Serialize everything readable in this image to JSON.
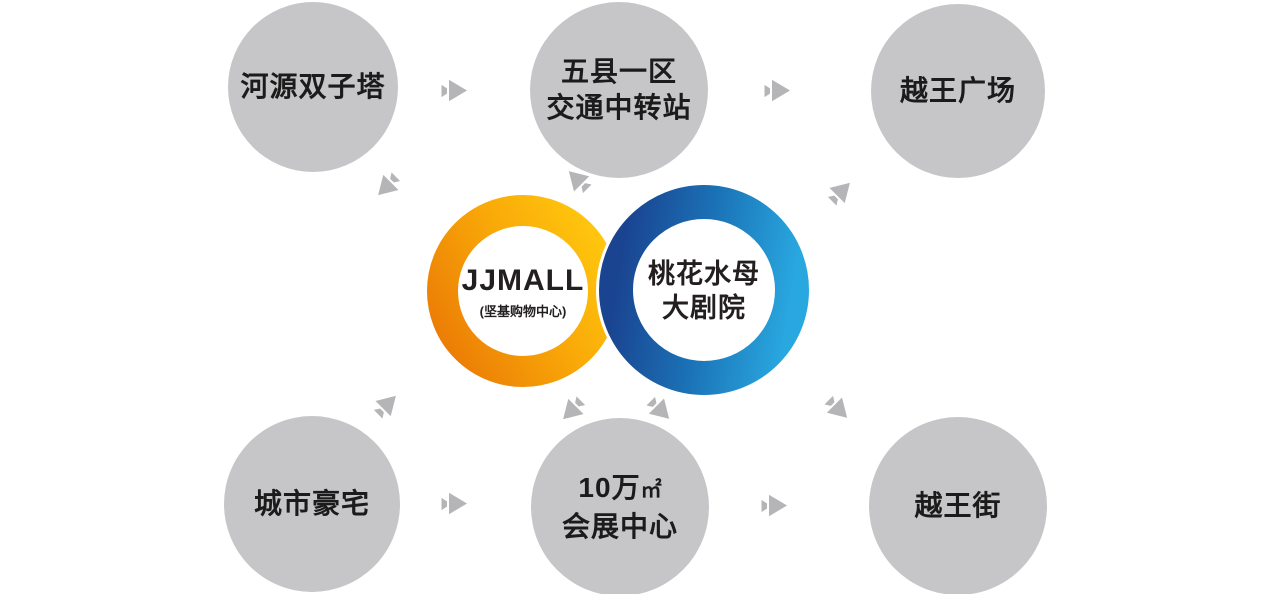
{
  "diagram": {
    "colors": {
      "node_gray": "#c6c6c9",
      "arrow_gray": "#b5b5b8",
      "orange_gradient_start": "#ec7e06",
      "orange_gradient_end": "#ffc60e",
      "blue_gradient_start": "#1a4390",
      "blue_gradient_end": "#29a8e0",
      "label_text": "#231f20"
    },
    "center": {
      "left": {
        "title": "JJMALL",
        "subtitle": "(坚基购物中心)"
      },
      "right": {
        "line1": "桃花水母",
        "line2": "大剧院"
      }
    },
    "nodes": [
      {
        "id": "heyuan-twin-towers",
        "label": "河源双子塔"
      },
      {
        "id": "transport-hub",
        "line1": "五县一区",
        "line2": "交通中转站"
      },
      {
        "id": "yuewang-plaza",
        "label": "越王广场"
      },
      {
        "id": "city-mansions",
        "label": "城市豪宅"
      },
      {
        "id": "convention-center",
        "line1_value": "10万",
        "line1_unit": "㎡",
        "line2": "会展中心"
      },
      {
        "id": "yuewang-street",
        "label": "越王街"
      }
    ]
  }
}
